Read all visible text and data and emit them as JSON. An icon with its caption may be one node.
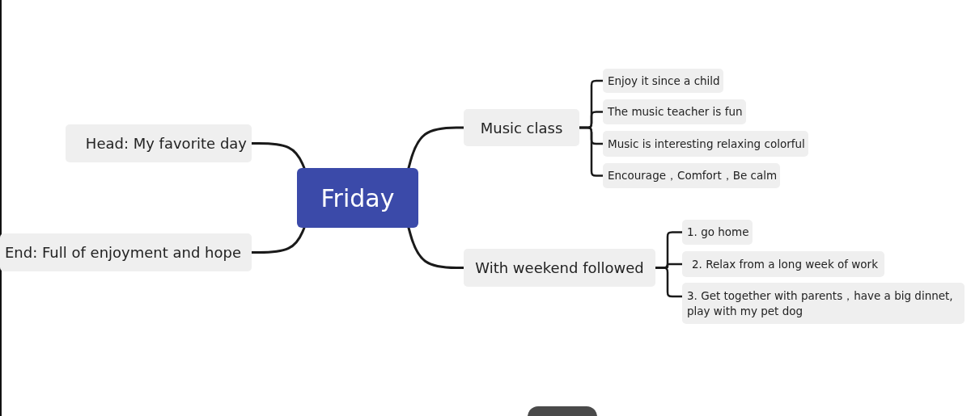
{
  "diagram": {
    "nodes": [
      {
        "text": [
          "Friday"
        ]
      },
      {
        "text": [
          "Head: My favorite day"
        ]
      },
      {
        "text": [
          "End: Full of enjoyment and hope"
        ]
      },
      {
        "text": [
          "Music class"
        ]
      },
      {
        "text": [
          "Enjoy it since a child"
        ]
      },
      {
        "text": [
          "The music teacher is fun"
        ]
      },
      {
        "text": [
          "Music is interesting relaxing colorful"
        ]
      },
      {
        "text": [
          "Encourage，Comfort，Be calm"
        ]
      },
      {
        "text": [
          "With weekend followed"
        ]
      },
      {
        "text": [
          "1. go home"
        ]
      },
      {
        "text": [
          "2. Relax from a long week of work"
        ]
      },
      {
        "text": [
          "3. Get together with parents，have a big dinnet, play with my pet dog"
        ]
      }
    ],
    "edges": [
      {
        "from": 0,
        "to": 1,
        "arrow": "none"
      },
      {
        "from": 0,
        "to": 2,
        "arrow": "none"
      },
      {
        "from": 0,
        "to": 3,
        "arrow": "none"
      },
      {
        "from": 0,
        "to": 8,
        "arrow": "none"
      },
      {
        "from": 3,
        "to": 4,
        "arrow": "none"
      },
      {
        "from": 3,
        "to": 5,
        "arrow": "none"
      },
      {
        "from": 3,
        "to": 6,
        "arrow": "none"
      },
      {
        "from": 3,
        "to": 7,
        "arrow": "none"
      },
      {
        "from": 8,
        "to": 9,
        "arrow": "none"
      },
      {
        "from": 8,
        "to": 10,
        "arrow": "none"
      },
      {
        "from": 8,
        "to": 11,
        "arrow": "none"
      }
    ]
  }
}
